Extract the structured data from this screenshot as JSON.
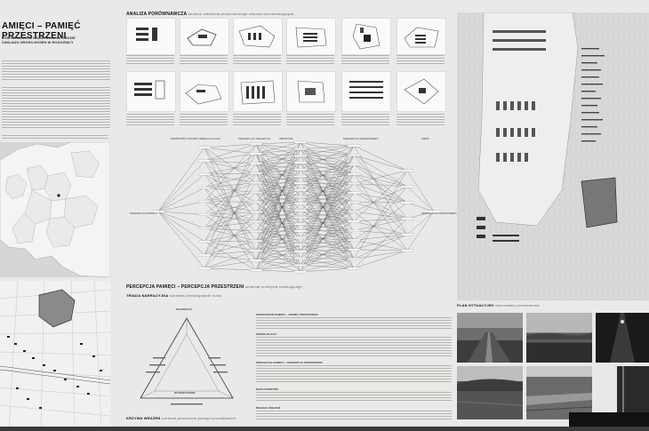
{
  "title": "AMIĘCI – PAMIĘĆ PRZESTRZENI",
  "subtitle": "BYM NIEMIECKIM NAZISTOWSKIM OBOZIE\nZAKŁADU GROSS-ROSEN W ROGOŹNICY",
  "top_analysis": {
    "heading": "ANALIZA PORÓWNAWCZA",
    "heading_sub": "studium założenia przestrzennego obozów koncentracyjnych"
  },
  "diagram": {
    "column_headers": [
      "WIDMOWŚĆ (PAMIĘĆ OBIECKTUALNA)",
      "PERCEPCJA I RECEPCJA",
      "OBOZOWA",
      "PERCEPCJA PRZESTRZENI",
      "OBRÓ"
    ],
    "left_label": "PERCEPCJA PAMIĘCI",
    "right_label": "PERCEPCJA PRZESTRZENI"
  },
  "section_perception": {
    "heading": "PERCEPCJA PAMIĘCI – PERCEPCJA PRZESTRZENI",
    "heading_sub": "schemat przeżycia rewelującego",
    "triad_heading": "TRIADA NARRACYJNA",
    "triad_sub": "schemat przewidywanie ruchu"
  },
  "triangle": {
    "top": "OKARIACJA",
    "bottom": "WYDOBYCIOWA"
  },
  "bottom_left_heading": "KRZYWA WRAŻEŃ",
  "bottom_left_sub": "schemat przestrzeni pamięci przedstawień",
  "plan": {
    "heading": "PLAN SYTUACYJNY",
    "heading_sub": "obozowisko przestrzenne"
  },
  "text_section": {
    "p1_label": "PRZESTRZEŃ PAMIĘCI – PAMIĘĆ PRZESTRZENI",
    "p2_label": "OBRÓG RUCHU",
    "p3_label": "PERCEPCJA PAMIĘCI – PERCEPCJA PRZESTRZENI",
    "p4_label": "MAPA POWIETRZ",
    "p5_label": "MIEJSCE WRAŻEŃ"
  },
  "colors": {
    "board": "#e9e9e7",
    "frame": "#3a3a3a",
    "ink": "#222222",
    "map_sea": "#d6d6d6"
  }
}
